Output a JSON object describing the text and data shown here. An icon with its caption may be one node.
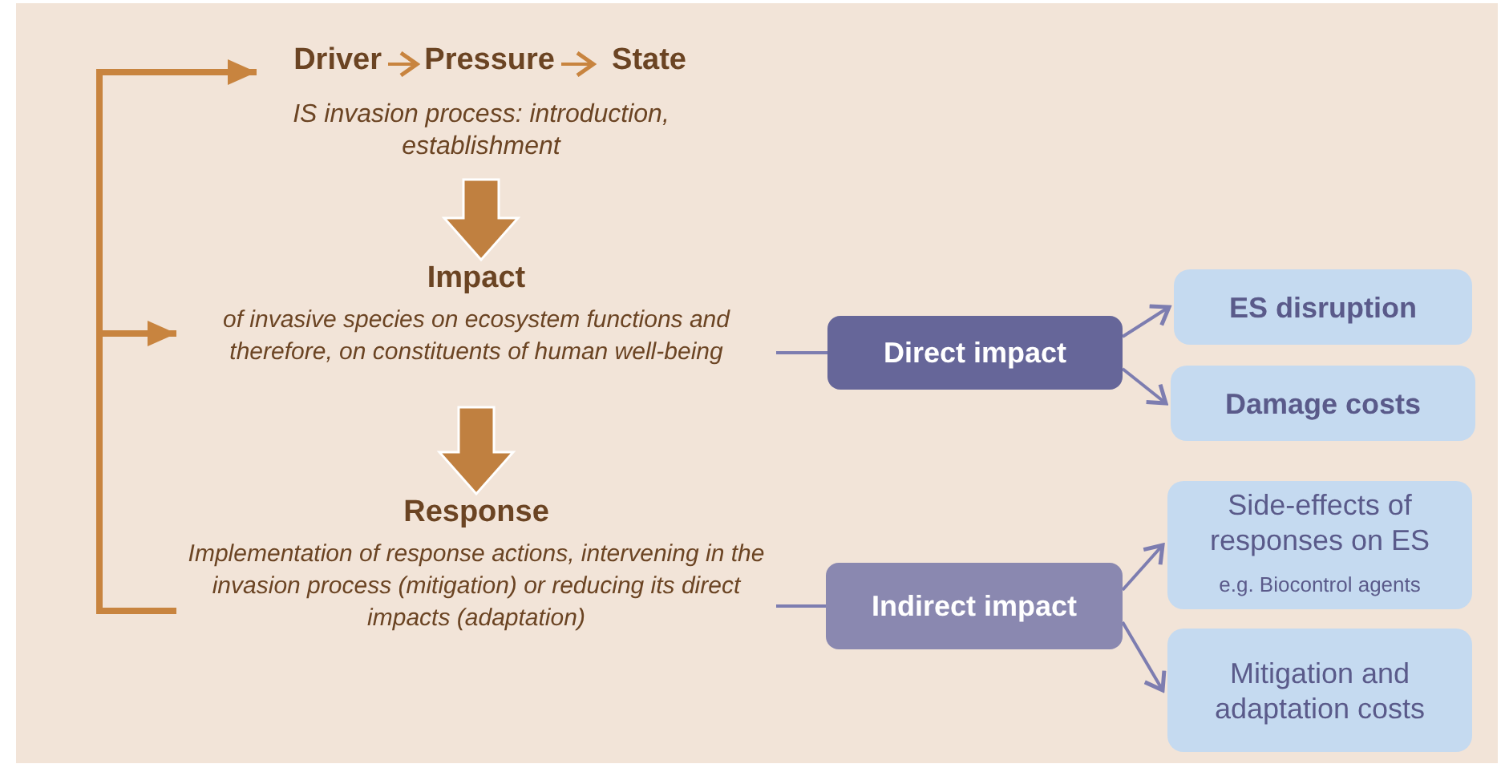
{
  "diagram": {
    "nodes": [
      {
        "text": [
          "Driver"
        ]
      },
      {
        "text": [
          "Pressure"
        ]
      },
      {
        "text": [
          "State"
        ]
      },
      {
        "text": [
          "IS invasion process: introduction, establishment"
        ]
      },
      {
        "text": [
          "Impact",
          "of invasive species on ecosystem functions and therefore, on constituents of human well-being"
        ]
      },
      {
        "text": [
          "Response",
          "Implementation of response actions, intervening in the invasion process (mitigation) or reducing its direct impacts (adaptation)"
        ]
      },
      {
        "text": [
          "Direct impact"
        ]
      },
      {
        "text": [
          "ES disruption"
        ]
      },
      {
        "text": [
          "Damage costs"
        ]
      },
      {
        "text": [
          "Indirect impact"
        ]
      },
      {
        "text": [
          "Side-effects of responses on ES",
          "e.g. Biocontrol agents"
        ]
      },
      {
        "text": [
          "Mitigation and adaptation costs"
        ]
      }
    ],
    "edges": [
      {
        "from": 0,
        "to": 1,
        "arrow": "to",
        "color": "#c8843f"
      },
      {
        "from": 1,
        "to": 2,
        "arrow": "to",
        "color": "#c8843f"
      },
      {
        "from": 3,
        "to": 4,
        "arrow": "to",
        "style": "thick",
        "color": "#c08040"
      },
      {
        "from": 4,
        "to": 5,
        "arrow": "to",
        "style": "thick",
        "color": "#c08040"
      },
      {
        "from": 5,
        "to": 0,
        "arrow": "to",
        "style": "thick",
        "color": "#c8843f"
      },
      {
        "from": 5,
        "to": 4,
        "arrow": "to",
        "style": "thick",
        "color": "#c8843f"
      },
      {
        "from": 4,
        "to": 6,
        "arrow": "none"
      },
      {
        "from": 6,
        "to": 7,
        "arrow": "to"
      },
      {
        "from": 6,
        "to": 8,
        "arrow": "to"
      },
      {
        "from": 5,
        "to": 9,
        "arrow": "none"
      },
      {
        "from": 9,
        "to": 10,
        "arrow": "to"
      },
      {
        "from": 9,
        "to": 11,
        "arrow": "to"
      }
    ]
  }
}
